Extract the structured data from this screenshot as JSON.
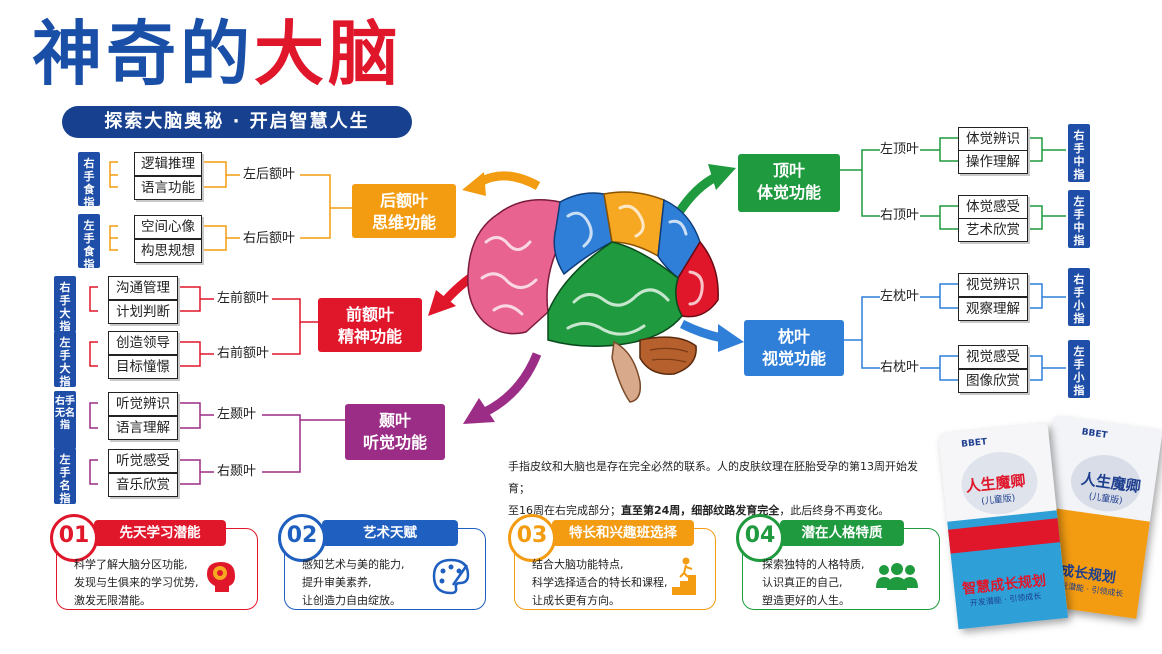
{
  "header": {
    "title_part1": "神奇的",
    "title_part2": "大脑",
    "subtitle": "探索大脑奥秘 · 开启智慧人生"
  },
  "left": {
    "groups": [
      {
        "hand": "右手食指",
        "items": [
          "逻辑推理",
          "语言功能"
        ],
        "label": "左后额叶"
      },
      {
        "hand": "左手食指",
        "items": [
          "空间心像",
          "构思规想"
        ],
        "label": "右后额叶"
      },
      {
        "hand": "右手大指",
        "items": [
          "沟通管理",
          "计划判断"
        ],
        "label": "左前额叶"
      },
      {
        "hand": "左手大指",
        "items": [
          "创造领导",
          "目标憧憬"
        ],
        "label": "右前额叶"
      },
      {
        "hand": "右手无名指",
        "items": [
          "听觉辨识",
          "语言理解"
        ],
        "label": "左颞叶"
      },
      {
        "hand": "左手名指",
        "items": [
          "听觉感受",
          "音乐欣赏"
        ],
        "label": "右颞叶"
      }
    ],
    "lobes": [
      {
        "line1": "后额叶",
        "line2": "思维功能",
        "color": "#f39c12"
      },
      {
        "line1": "前额叶",
        "line2": "精神功能",
        "color": "#e0162b"
      },
      {
        "line1": "颞叶",
        "line2": "听觉功能",
        "color": "#9b2d86"
      }
    ]
  },
  "right": {
    "groups": [
      {
        "hand": "右手中指",
        "items": [
          "体觉辨识",
          "操作理解"
        ],
        "label": "左顶叶"
      },
      {
        "hand": "左手中指",
        "items": [
          "体觉感受",
          "艺术欣赏"
        ],
        "label": "右顶叶"
      },
      {
        "hand": "右手小指",
        "items": [
          "视觉辨识",
          "观察理解"
        ],
        "label": "左枕叶"
      },
      {
        "hand": "左手小指",
        "items": [
          "视觉感受",
          "图像欣赏"
        ],
        "label": "右枕叶"
      }
    ],
    "lobes": [
      {
        "line1": "顶叶",
        "line2": "体觉功能",
        "color": "#1f9a3f"
      },
      {
        "line1": "枕叶",
        "line2": "视觉功能",
        "color": "#2f7fd8"
      }
    ]
  },
  "paragraph": {
    "line1": "手指皮纹和大脑也是存在完全必然的联系。人的皮肤纹理在胚胎受孕的第13周开始发育；",
    "line2_a": "至16周在右完成部分；",
    "line2_b": "直至第24周，细部纹路发育完全",
    "line2_c": "，此后终身不再变化。"
  },
  "cards": [
    {
      "num": "01",
      "title": "先天学习潜能",
      "color": "#e0162b",
      "lines": [
        "科学了解大脑分区功能,",
        "发现与生俱来的学习优势,",
        "激发无限潜能。"
      ],
      "icon": "brain-head-icon"
    },
    {
      "num": "02",
      "title": "艺术天赋",
      "color": "#1f5fc0",
      "lines": [
        "感知艺术与美的能力,",
        "提升审美素养,",
        "让创造力自由绽放。"
      ],
      "icon": "palette-icon"
    },
    {
      "num": "03",
      "title": "特长和兴趣班选择",
      "color": "#f39c12",
      "lines": [
        "结合大脑功能特点,",
        "科学选择适合的特长和课程,",
        "让成长更有方向。"
      ],
      "icon": "stairs-climb-icon"
    },
    {
      "num": "04",
      "title": "潜在人格特质",
      "color": "#1f9a3f",
      "lines": [
        "探索独特的人格特质,",
        "认识真正的自己,",
        "塑造更好的人生。"
      ],
      "icon": "people-group-icon"
    }
  ],
  "books": {
    "brand": "BBET",
    "cover1_title": "人生魔卿",
    "cover1_sub": "(儿童版)",
    "cover2_title": "人生魔卿",
    "cover2_sub": "(儿童版)",
    "front_title": "智慧成长规划",
    "back_title": "成长规划",
    "front_sub": "开发潜能 · 引领成长",
    "back_sub": "开发潜能 · 引领成长"
  }
}
